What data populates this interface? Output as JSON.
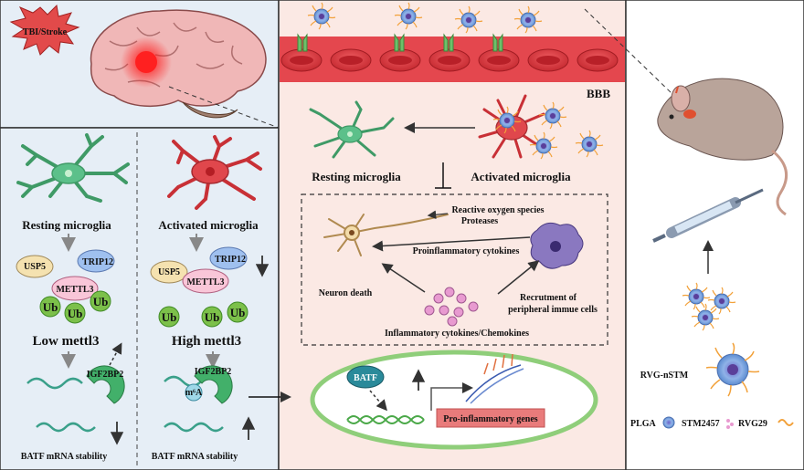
{
  "tbi_badge": "TBI/Stroke",
  "left": {
    "resting_title": "Resting microglia",
    "activated_title": "Activated microglia",
    "usp5": "USP5",
    "trip12": "TRIP12",
    "mettl3": "METTL3",
    "ub": "Ub",
    "low_mettl3": "Low mettl3",
    "high_mettl3": "High mettl3",
    "igf2bp2": "IGF2BP2",
    "m6a": "m⁶A",
    "batf_stability": "BATF mRNA stability"
  },
  "center": {
    "bbb": "BBB",
    "resting": "Resting microglia",
    "activated": "Activated microglia",
    "ros": "Reactive oxygen species",
    "proteases": "Proteases",
    "proinflammatory_cytokines": "Proinflammatory cytokines",
    "neuron_death": "Neuron death",
    "recruitment": "Recrutment of",
    "recruitment2": "peripheral immue cells",
    "inflammatory": "Inflammatory cytokines/Chemokines",
    "batf": "BATF",
    "pro_genes": "Pro-inflammatory genes"
  },
  "right": {
    "rvg_nstm": "RVG-nSTM",
    "legend_plga": "PLGA",
    "legend_stm": "STM2457",
    "legend_rvg": "RVG29"
  },
  "colors": {
    "panel_bg": "#e6eef6",
    "center_bg": "#fbe9e4",
    "microglia_green": "#5cc08a",
    "microglia_red": "#e0474c",
    "blood_red": "#d9363e",
    "ub_green": "#7cc04a",
    "pro_genes_box": "#e97b7b"
  }
}
